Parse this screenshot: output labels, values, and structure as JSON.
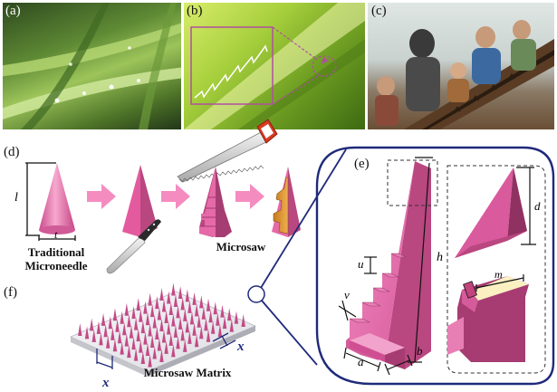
{
  "panels": {
    "a": "(a)",
    "b": "(b)",
    "c": "(c)",
    "d": "(d)",
    "e": "(e)",
    "f": "(f)"
  },
  "captions": {
    "traditional_line1": "Traditional",
    "traditional_line2": "Microneedle",
    "microsaw": "Microsaw",
    "matrix": "Microsaw Matrix"
  },
  "symbols": {
    "l": "l",
    "t": "t",
    "h": "h",
    "u": "u",
    "v": "v",
    "a": "a",
    "b": "b",
    "d": "d",
    "m": "m",
    "x": "x"
  },
  "colors": {
    "needle_pink": "#e96aa9",
    "needle_dark": "#b8407e",
    "arrow_pink": "#f58cc0",
    "zoom_blue": "#1f2a7a",
    "matrix_base": "#e6e6ea"
  }
}
